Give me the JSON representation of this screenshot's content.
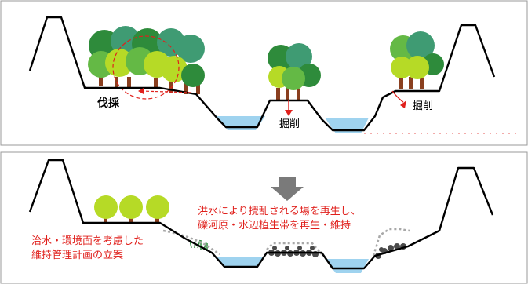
{
  "top_panel": {
    "label_felling": "伐採",
    "label_excavation_center": "掘削",
    "label_excavation_right": "掘削"
  },
  "arrow": {
    "direction": "down"
  },
  "bottom_panel": {
    "recreate_note": [
      "洪水により攪乱される場を再生し、",
      "礫河原・水辺植生帯を再生・維持"
    ],
    "plan_note": [
      "治水・環境面を考慮した",
      "維持管理計画の立案"
    ]
  },
  "colors": {
    "outline": "#000000",
    "water": "#9fd3ef",
    "tree_dark": "#2e8b3b",
    "tree_mid": "#64b945",
    "tree_light": "#b6da26",
    "tree_teal": "#3f9b73",
    "trunk": "#8a3f1f",
    "annotation_red": "#e0201c",
    "arrow_gray": "#7a7a7a",
    "dotted_gray": "#a8a8a8",
    "gravel": "#4a4a4a",
    "panel_border": "#9a9a9a"
  }
}
